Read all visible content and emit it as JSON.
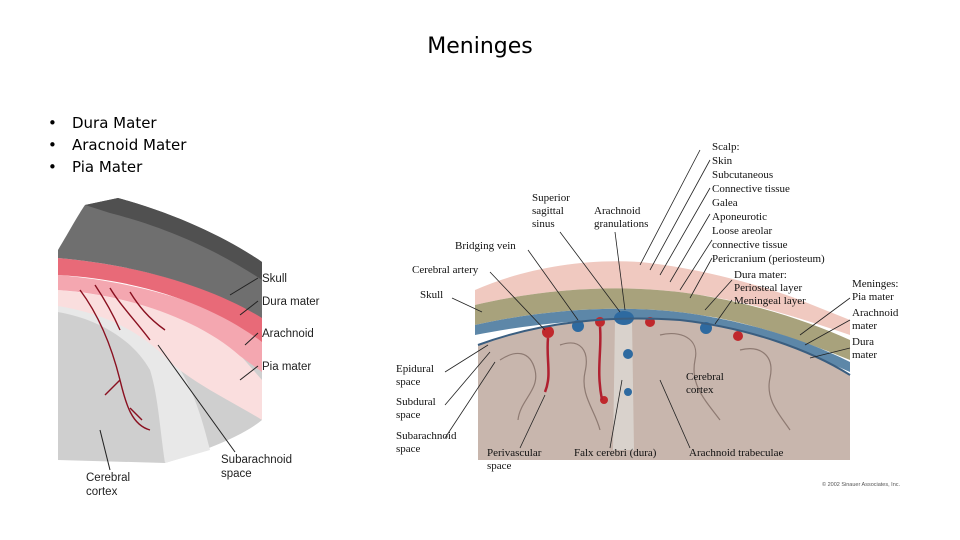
{
  "slide": {
    "title": "Meninges",
    "bullets": [
      "Dura Mater",
      "Aracnoid Mater",
      "Pia Mater"
    ]
  },
  "left_figure": {
    "labels": {
      "skull": "Skull",
      "dura": "Dura mater",
      "arachnoid": "Arachnoid",
      "pia": "Pia mater",
      "subarachnoid_1": "Subarachnoid",
      "subarachnoid_2": "space",
      "cortex_1": "Cerebral",
      "cortex_2": "cortex"
    }
  },
  "right_figure": {
    "labels": {
      "scalp": "Scalp:",
      "skin": "Skin",
      "subcutaneous_1": "Subcutaneous",
      "subcutaneous_2": "Connective tissue",
      "galea_1": "Galea",
      "galea_2": "Aponeurotic",
      "loose_1": "Loose areolar",
      "loose_2": "connective tissue",
      "pericranium": "Pericranium (periosteum)",
      "dura_header": "Dura mater:",
      "periosteal": "Periosteal layer",
      "meningeal": "Meningeal layer",
      "meninges_header": "Meninges:",
      "pia": "Pia mater",
      "arachnoid_1": "Arachnoid",
      "arachnoid_2": "mater",
      "dura_1": "Dura",
      "dura_2": "mater",
      "sss_1": "Superior",
      "sss_2": "sagittal",
      "sss_3": "sinus",
      "gran_1": "Arachnoid",
      "gran_2": "granulations",
      "bridging": "Bridging vein",
      "artery": "Cerebral artery",
      "skull": "Skull",
      "epidural_1": "Epidural",
      "epidural_2": "space",
      "subdural_1": "Subdural",
      "subdural_2": "space",
      "subarach_1": "Subarachnoid",
      "subarach_2": "space",
      "perivascular_1": "Perivascular",
      "perivascular_2": "space",
      "falx": "Falx cerebri (dura)",
      "trabeculae": "Arachnoid trabeculae",
      "cortex_1": "Cerebral",
      "cortex_2": "cortex",
      "copyright": "© 2002 Sinauer Associates, Inc."
    }
  }
}
